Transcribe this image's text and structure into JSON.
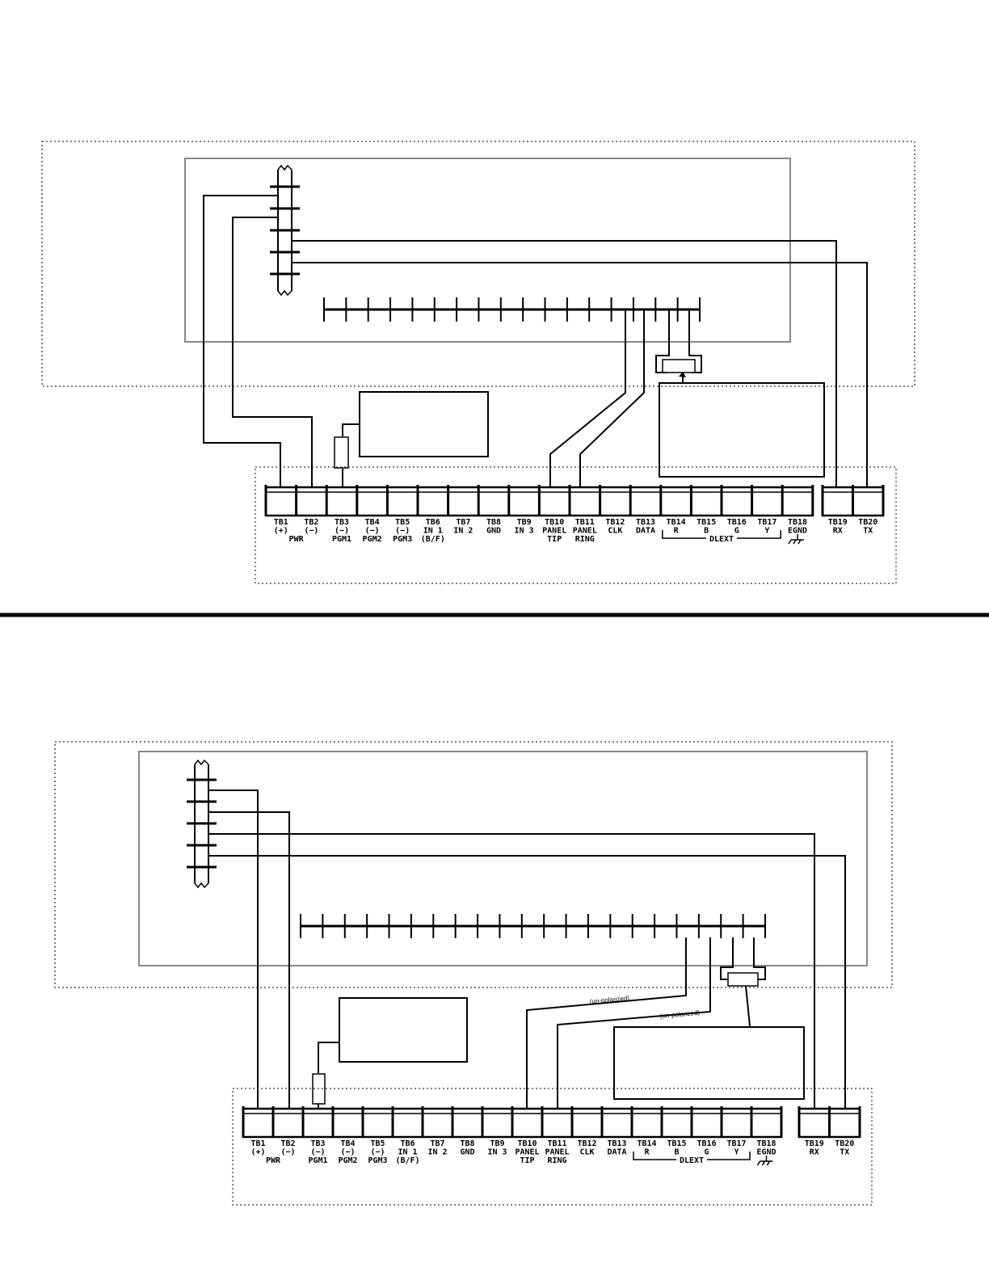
{
  "terminals": [
    {
      "id": "TB1",
      "lines": [
        "TB1",
        "(+)"
      ]
    },
    {
      "id": "TB2",
      "lines": [
        "TB2",
        "(−)"
      ]
    },
    {
      "id": "TB3",
      "lines": [
        "TB3",
        "(−)",
        "PGM1"
      ]
    },
    {
      "id": "TB4",
      "lines": [
        "TB4",
        "(−)",
        "PGM2"
      ]
    },
    {
      "id": "TB5",
      "lines": [
        "TB5",
        "(−)",
        "PGM3"
      ]
    },
    {
      "id": "TB6",
      "lines": [
        "TB6",
        "IN 1",
        "(B/F)"
      ]
    },
    {
      "id": "TB7",
      "lines": [
        "TB7",
        "IN 2"
      ]
    },
    {
      "id": "TB8",
      "lines": [
        "TB8",
        "GND"
      ]
    },
    {
      "id": "TB9",
      "lines": [
        "TB9",
        "IN 3"
      ]
    },
    {
      "id": "TB10",
      "lines": [
        "TB10",
        "PANEL",
        "TIP"
      ]
    },
    {
      "id": "TB11",
      "lines": [
        "TB11",
        "PANEL",
        "RING"
      ]
    },
    {
      "id": "TB12",
      "lines": [
        "TB12",
        "CLK"
      ]
    },
    {
      "id": "TB13",
      "lines": [
        "TB13",
        "DATA"
      ]
    },
    {
      "id": "TB14",
      "lines": [
        "TB14",
        "R"
      ]
    },
    {
      "id": "TB15",
      "lines": [
        "TB15",
        "B"
      ]
    },
    {
      "id": "TB16",
      "lines": [
        "TB16",
        "G"
      ]
    },
    {
      "id": "TB17",
      "lines": [
        "TB17",
        "Y"
      ]
    },
    {
      "id": "TB18",
      "lines": [
        "TB18",
        "EGND"
      ]
    }
  ],
  "serial_terminals": [
    {
      "id": "TB19",
      "lines": [
        "TB19",
        "RX"
      ]
    },
    {
      "id": "TB20",
      "lines": [
        "TB20",
        "TX"
      ]
    }
  ],
  "group_labels": {
    "pwr": "PWR",
    "dlext": "DLEXT"
  },
  "notes": {
    "unpolarized": "(un-polarized)"
  },
  "icons": {
    "ground": "earth-ground-icon",
    "resistor": "resistor-icon",
    "connector": "broken-connector-strip-icon"
  }
}
